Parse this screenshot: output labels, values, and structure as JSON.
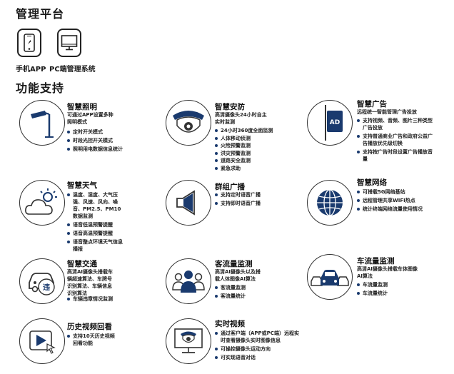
{
  "sections": {
    "platform_title": "管理平台",
    "features_title": "功能支持"
  },
  "platforms": [
    {
      "label": "手机APP",
      "icon": "phone-icon"
    },
    {
      "label": "PC端管理系统",
      "icon": "monitor-icon"
    }
  ],
  "features": {
    "lighting": {
      "title": "智慧照明",
      "desc": [
        "可通过APP设置多种",
        "照明模式"
      ],
      "items": [
        "定时开关模式",
        "时段光控开关模式",
        "照明用电数据信息统计"
      ],
      "icon": "streetlight-icon"
    },
    "security": {
      "title": "智慧安防",
      "desc": [
        "高清摄像头24小时自主",
        "实时监测"
      ],
      "items": [
        "24小时360度全面监测",
        "人体移动侦测",
        "火险预警监测",
        "洪灾预警监测",
        "道路安全监测",
        "紧急求助"
      ],
      "icon": "camera-icon"
    },
    "ads": {
      "title": "智慧广告",
      "desc": [
        "远程统一智能管理广告投放"
      ],
      "items": [
        "支持视频、音频、图片三种类型广告投放",
        "支持普通商业广告和政府公益广告播放优先级切换",
        "支持按广告时段设置广告播放音量"
      ],
      "icon": "ad-screen-icon",
      "icon_text": "AD"
    },
    "weather": {
      "title": "智慧天气",
      "desc": [],
      "items": [
        "温度、湿度、大气压强、风速、风向、噪音、PM2.5、PM10数据监测",
        "语音低温预警提醒",
        "语音高温预警提醒",
        "语音整点环境天气信息播报"
      ],
      "icon": "weather-icon"
    },
    "broadcast": {
      "title": "群组广播",
      "desc": [],
      "items": [
        "支持定时语音广播",
        "支持即时语音广播"
      ],
      "icon": "speaker-icon"
    },
    "network": {
      "title": "智慧网络",
      "desc": [],
      "items": [
        "可搭载5G网络基站",
        "远程管理共享WIFI热点",
        "统计终端网络流量使用情况"
      ],
      "icon": "globe-icon"
    },
    "traffic": {
      "title": "智慧交通",
      "desc": [
        "高清AI摄像头搭载车",
        "辆超速算法、车牌号",
        "识别算法、车辆信息",
        "识别算法"
      ],
      "items": [
        "车辆违章情况监测"
      ],
      "icon": "car-violation-icon",
      "icon_text": "违"
    },
    "passenger": {
      "title": "客流量监测",
      "desc": [
        "高清AI摄像头以及搭",
        "载人体图像AI算法"
      ],
      "items": [
        "客流量监测",
        "客流量统计"
      ],
      "icon": "people-icon"
    },
    "vehicle": {
      "title": "车流量监测",
      "desc": [
        "高清AI摄像头搭载车体图像",
        "AI算法"
      ],
      "items": [
        "车流量监测",
        "车流量统计"
      ],
      "icon": "cars-icon"
    },
    "history": {
      "title": "历史视频回看",
      "desc": [],
      "items": [
        "支持10天历史视频回看功能"
      ],
      "icon": "video-play-icon"
    },
    "realtime": {
      "title": "实时视频",
      "desc": [],
      "items": [
        "通过客户端（APP或PC端）远程实时查看摄像头实时图像信息",
        "可操控摄像头运动方向",
        "可实现语音对话"
      ],
      "icon": "monitor-camera-icon"
    }
  },
  "colors": {
    "accent": "#1a3a6e",
    "text": "#1a1a1a",
    "line": "#333333"
  }
}
